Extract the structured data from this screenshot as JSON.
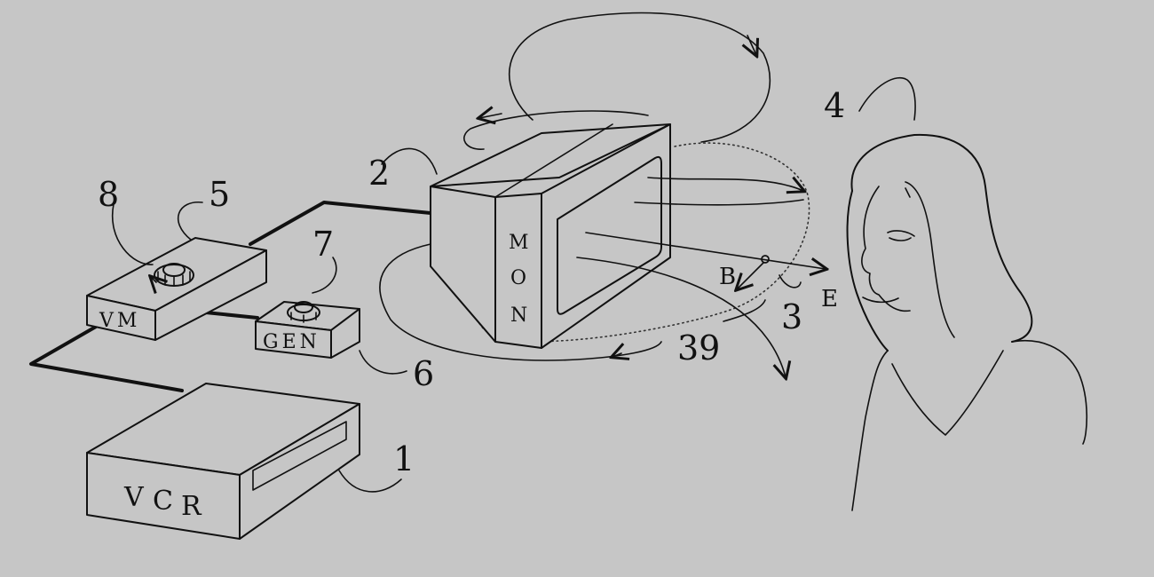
{
  "colors": {
    "background": "#c6c6c6",
    "ink": "#111111"
  },
  "devices": {
    "vcr": {
      "label": "VCR",
      "letters": [
        "V",
        "C",
        "R"
      ]
    },
    "vm": {
      "label": "VM"
    },
    "gen": {
      "label": "GEN"
    },
    "monitor": {
      "label": "MON",
      "letters": [
        "M",
        "O",
        "N"
      ]
    }
  },
  "reference_numerals": {
    "vcr": "1",
    "monitor": "2",
    "point": "3",
    "viewer": "4",
    "vm": "5",
    "gen": "6",
    "gen_knob": "7",
    "vm_knob": "8",
    "field": "39"
  },
  "vectors": {
    "b_field": "B",
    "e_field": "E"
  }
}
